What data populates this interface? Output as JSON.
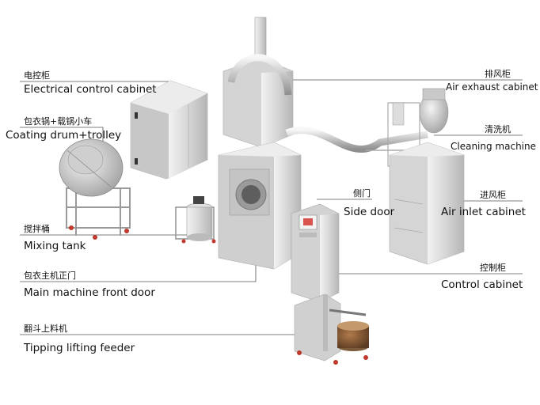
{
  "labels": {
    "electrical_cabinet": {
      "cn": "电控柜",
      "en": "Electrical control cabinet"
    },
    "coating_drum": {
      "cn": "包衣锅+载锅小车",
      "en": "Coating drum+trolley"
    },
    "mixing_tank": {
      "cn": "搅拌桶",
      "en": "Mixing tank"
    },
    "main_front_door": {
      "cn": "包衣主机正门",
      "en": "Main machine  front door"
    },
    "tipping_feeder": {
      "cn": "翻斗上料机",
      "en": "Tipping lifting feeder"
    },
    "air_exhaust": {
      "cn": "排风柜",
      "en": "Air exhaust cabinet"
    },
    "cleaning_machine": {
      "cn": "清洗机",
      "en": "Cleaning machine"
    },
    "side_door": {
      "cn": "侧门",
      "en": "Side door"
    },
    "air_inlet": {
      "cn": "进风柜",
      "en": "Air inlet cabinet"
    },
    "control_cabinet": {
      "cn": "控制柜",
      "en": "Control cabinet"
    }
  },
  "colors": {
    "steel_light": "#e4e4e4",
    "steel_mid": "#c9c9c9",
    "steel_dark": "#9a9a9a",
    "leader_line": "#555555",
    "wheel_red": "#c0392b",
    "screen_red": "#d9534f"
  }
}
